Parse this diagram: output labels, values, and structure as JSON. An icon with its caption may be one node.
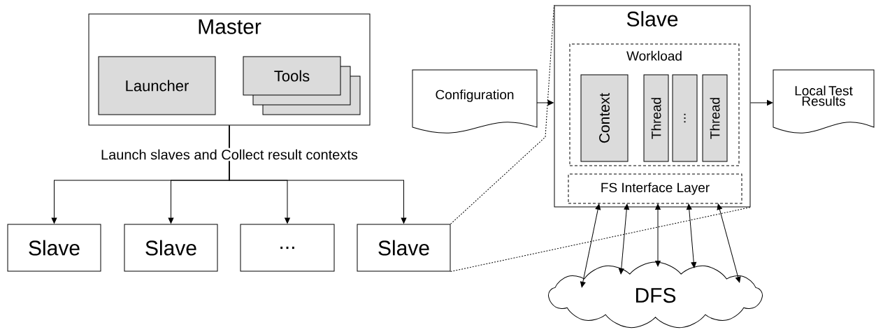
{
  "diagram": {
    "nodes": [
      {
        "text": [
          "Master"
        ]
      },
      {
        "text": [
          "Launcher"
        ],
        "in": 0
      },
      {
        "text": [
          "Tools"
        ],
        "in": 0
      },
      {
        "text": [
          "Slave"
        ]
      },
      {
        "text": [
          "Slave"
        ]
      },
      {
        "text": [
          "..."
        ]
      },
      {
        "text": [
          "Slave"
        ]
      },
      {
        "text": [
          "Slave"
        ]
      },
      {
        "text": [
          "Workload"
        ],
        "in": 7
      },
      {
        "text": [
          "Context"
        ],
        "in": 8
      },
      {
        "text": [
          "Thread"
        ],
        "in": 8
      },
      {
        "text": [
          "..."
        ],
        "in": 8
      },
      {
        "text": [
          "Thread"
        ],
        "in": 8
      },
      {
        "text": [
          "FS Interface Layer"
        ],
        "in": 7
      },
      {
        "text": [
          "Configuration"
        ]
      },
      {
        "text": [
          "Local Test Results"
        ]
      },
      {
        "text": [
          "DFS"
        ]
      }
    ],
    "edges": [
      {
        "from": 0,
        "to": 3,
        "arrow": "to",
        "label": "Launch slaves and Collect result contexts"
      },
      {
        "from": 0,
        "to": 4,
        "arrow": "to"
      },
      {
        "from": 0,
        "to": 5,
        "arrow": "to"
      },
      {
        "from": 0,
        "to": 6,
        "arrow": "to"
      },
      {
        "from": 6,
        "to": 7,
        "arrow": "none",
        "style": "dashed"
      },
      {
        "from": 6,
        "to": 7,
        "arrow": "none",
        "style": "dashed"
      },
      {
        "from": 14,
        "to": 7,
        "arrow": "to"
      },
      {
        "from": 7,
        "to": 15,
        "arrow": "to"
      },
      {
        "from": 13,
        "to": 16,
        "arrow": "both"
      },
      {
        "from": 13,
        "to": 16,
        "arrow": "both"
      },
      {
        "from": 13,
        "to": 16,
        "arrow": "both"
      },
      {
        "from": 13,
        "to": 16,
        "arrow": "both"
      },
      {
        "from": 13,
        "to": 16,
        "arrow": "both"
      }
    ]
  }
}
